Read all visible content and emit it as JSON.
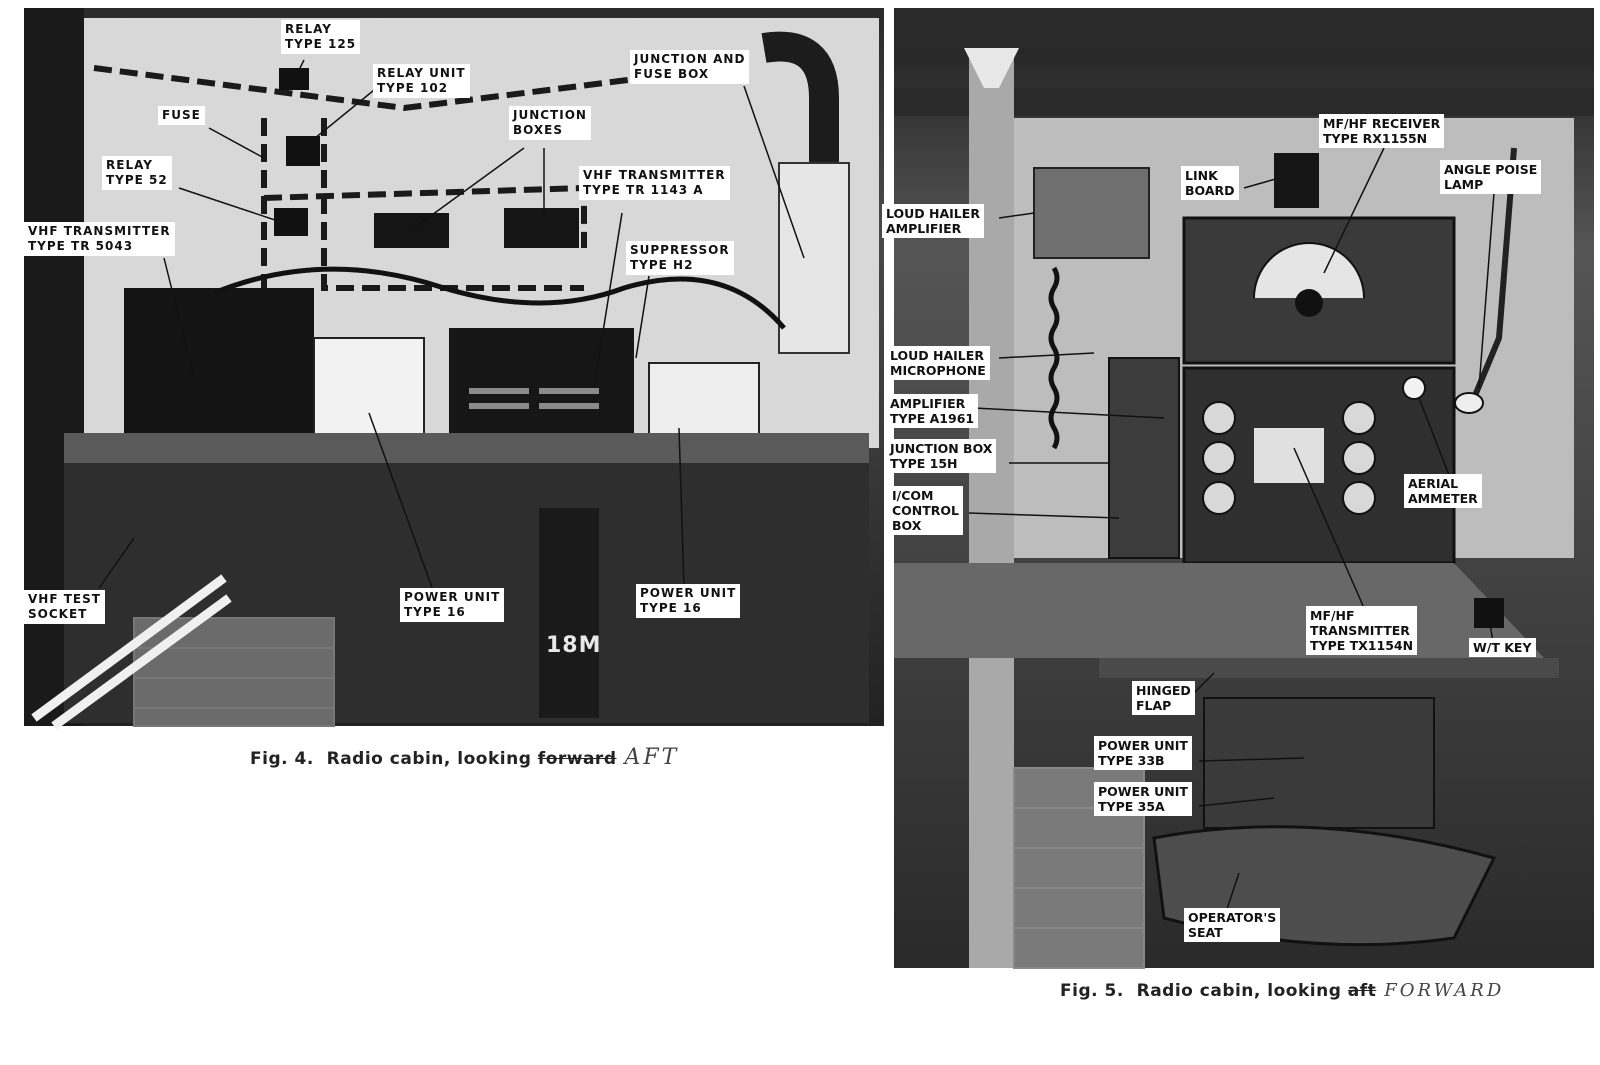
{
  "fig4": {
    "caption_main": "Fig. 4.  Radio cabin, looking ",
    "caption_struck": "forward",
    "caption_handwritten": "AFT",
    "labels": {
      "relay_125": "RELAY\nTYPE 125",
      "relay_unit_102": "RELAY UNIT\nTYPE 102",
      "junction_fuse_box": "JUNCTION AND\nFUSE BOX",
      "fuse": "FUSE",
      "junction_boxes": "JUNCTION\nBOXES",
      "relay_52": "RELAY\nTYPE 52",
      "vhf_tr1143a": "VHF TRANSMITTER\nTYPE TR 1143 A",
      "vhf_tr5043": "VHF TRANSMITTER\nTYPE TR 5043",
      "suppressor_h2": "SUPPRESSOR\nTYPE H2",
      "vhf_test_socket": "VHF TEST\nSOCKET",
      "power_unit_16_a": "POWER UNIT\nTYPE 16",
      "power_unit_16_b": "POWER UNIT\nTYPE 16",
      "box_mark": "18M"
    }
  },
  "fig5": {
    "caption_main": "Fig. 5.  Radio cabin, looking ",
    "caption_struck": "aft",
    "caption_handwritten": "FORWARD",
    "labels": {
      "mfhf_receiver": "MF/HF RECEIVER\nTYPE RX1155N",
      "link_board": "LINK\nBOARD",
      "angle_poise_lamp": "ANGLE POISE\nLAMP",
      "loud_hailer_amp": "LOUD HAILER\nAMPLIFIER",
      "loud_hailer_mic": "LOUD HAILER\nMICROPHONE",
      "amplifier_a1961": "AMPLIFIER\nTYPE A1961",
      "junction_box_15h": "JUNCTION BOX\nTYPE 15H",
      "icom_control_box": "I/COM\nCONTROL\nBOX",
      "aerial_ammeter": "AERIAL\nAMMETER",
      "mfhf_transmitter": "MF/HF\nTRANSMITTER\nTYPE TX1154N",
      "wt_key": "W/T KEY",
      "hinged_flap": "HINGED\nFLAP",
      "power_unit_33b": "POWER UNIT\nTYPE 33B",
      "power_unit_35a": "POWER UNIT\nTYPE 35A",
      "operators_seat": "OPERATOR'S\nSEAT"
    }
  }
}
